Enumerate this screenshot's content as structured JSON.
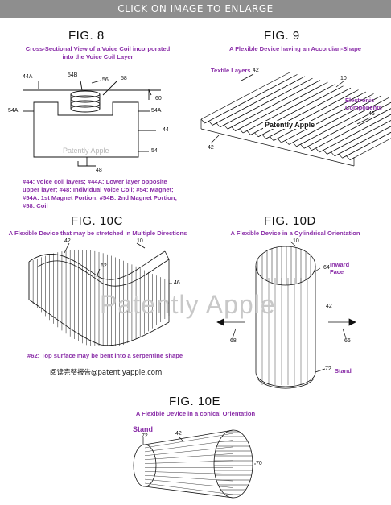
{
  "banner": "CLICK ON IMAGE TO ENLARGE",
  "fig8": {
    "title": "FIG. 8",
    "caption_line1": "Cross-Sectional View of a Voice Coil incorporated",
    "caption_line2": "into the Voice Coil Layer",
    "labels": {
      "l44a_left": "44A",
      "l54b": "54B",
      "l56": "56",
      "l58": "58",
      "l60": "60",
      "l54a_left": "54A",
      "l54a_right": "54A",
      "l44": "44",
      "l54": "54",
      "l48": "48"
    },
    "watermark": "Patently Apple",
    "legend_line1": "#44: Voice coil layers; #44A: Lower layer opposite",
    "legend_line2": "upper layer; #48: Individual Voice Coil; #54: Magnet;",
    "legend_line3": "#54A: 1st Magnet Portion; #54B: 2nd Magnet Portion;",
    "legend_line4": "#58: Coil"
  },
  "fig9": {
    "title": "FIG. 9",
    "caption": "A Flexible Device having an Accordian-Shape",
    "textile": "Textile Layers",
    "l42a": "42",
    "l10": "10",
    "electronic1": "Electronic",
    "electronic2": "Components",
    "l46": "46",
    "watermark": "Patently Apple",
    "l42b": "42"
  },
  "fig10c": {
    "title": "FIG. 10C",
    "caption": "A Flexible Device that may be stretched in Multiple Directions",
    "l42": "42",
    "l10": "10",
    "l62": "62",
    "l46": "46",
    "note": "#62: Top surface may be bent into a serpentine shape",
    "chinese": "阅读完整报告@patentlyapple.com"
  },
  "fig10d": {
    "title": "FIG. 10D",
    "caption": "A Flexible Device in a Cylindrical Orientation",
    "l10": "10",
    "l64": "64",
    "inward1": "Inward",
    "inward2": "Face",
    "l42": "42",
    "l68": "68",
    "l66": "66",
    "l72": "72",
    "stand": "Stand"
  },
  "fig10e": {
    "title": "FIG. 10E",
    "caption": "A Flexible Device in a conical Orientation",
    "stand": "Stand",
    "l72": "72",
    "l42": "42",
    "l70": "70"
  },
  "center_watermark": "Patently Apple"
}
